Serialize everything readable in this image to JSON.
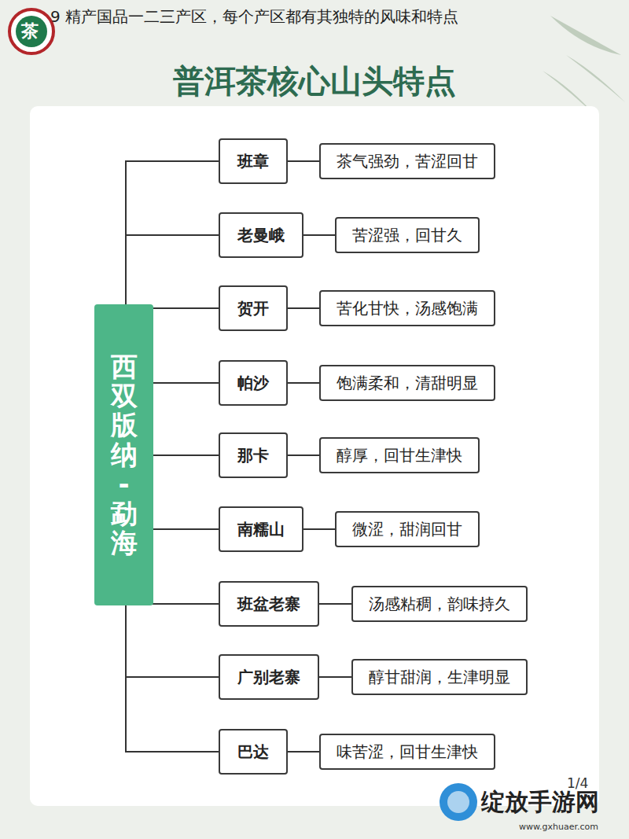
{
  "diagram": {
    "title": "普洱茶核心山头特点",
    "nodes": [
      {
        "text": [
          "西双版纳 - 勐海"
        ]
      },
      {
        "text": [
          "班章"
        ]
      },
      {
        "text": [
          "茶气强劲，苦涩回甘"
        ]
      },
      {
        "text": [
          "老曼峨"
        ]
      },
      {
        "text": [
          "苦涩强，回甘久"
        ]
      },
      {
        "text": [
          "贺开"
        ]
      },
      {
        "text": [
          "苦化甘快，汤感饱满"
        ]
      },
      {
        "text": [
          "帕沙"
        ]
      },
      {
        "text": [
          "饱满柔和，清甜明显"
        ]
      },
      {
        "text": [
          "那卡"
        ]
      },
      {
        "text": [
          "醇厚，回甘生津快"
        ]
      },
      {
        "text": [
          "南糯山"
        ]
      },
      {
        "text": [
          "微涩，甜润回甘"
        ]
      },
      {
        "text": [
          "班盆老寨"
        ]
      },
      {
        "text": [
          "汤感粘稠，韵味持久"
        ]
      },
      {
        "text": [
          "广别老寨"
        ]
      },
      {
        "text": [
          "醇甘甜润，生津明显"
        ]
      },
      {
        "text": [
          "巴达"
        ]
      },
      {
        "text": [
          "味苦涩，回甘生津快"
        ]
      }
    ],
    "edges": [
      {
        "from": 0,
        "to": 1,
        "arrow": "none"
      },
      {
        "from": 0,
        "to": 3,
        "arrow": "none"
      },
      {
        "from": 0,
        "to": 5,
        "arrow": "none"
      },
      {
        "from": 0,
        "to": 7,
        "arrow": "none"
      },
      {
        "from": 0,
        "to": 9,
        "arrow": "none"
      },
      {
        "from": 0,
        "to": 11,
        "arrow": "none"
      },
      {
        "from": 0,
        "to": 13,
        "arrow": "none"
      },
      {
        "from": 0,
        "to": 15,
        "arrow": "none"
      },
      {
        "from": 0,
        "to": 17,
        "arrow": "none"
      },
      {
        "from": 1,
        "to": 2,
        "arrow": "none"
      },
      {
        "from": 3,
        "to": 4,
        "arrow": "none"
      },
      {
        "from": 5,
        "to": 6,
        "arrow": "none"
      },
      {
        "from": 7,
        "to": 8,
        "arrow": "none"
      },
      {
        "from": 9,
        "to": 10,
        "arrow": "none"
      },
      {
        "from": 11,
        "to": 12,
        "arrow": "none"
      },
      {
        "from": 13,
        "to": 14,
        "arrow": "none"
      },
      {
        "from": 15,
        "to": 16,
        "arrow": "none"
      },
      {
        "from": 17,
        "to": 18,
        "arrow": "none"
      }
    ],
    "labels": [
      "9 精产国品一二三产区，每个产区都有其独特的风味和特点",
      "茶",
      "1/4",
      "绽放手游网",
      "www.gxhuaer.com"
    ]
  }
}
